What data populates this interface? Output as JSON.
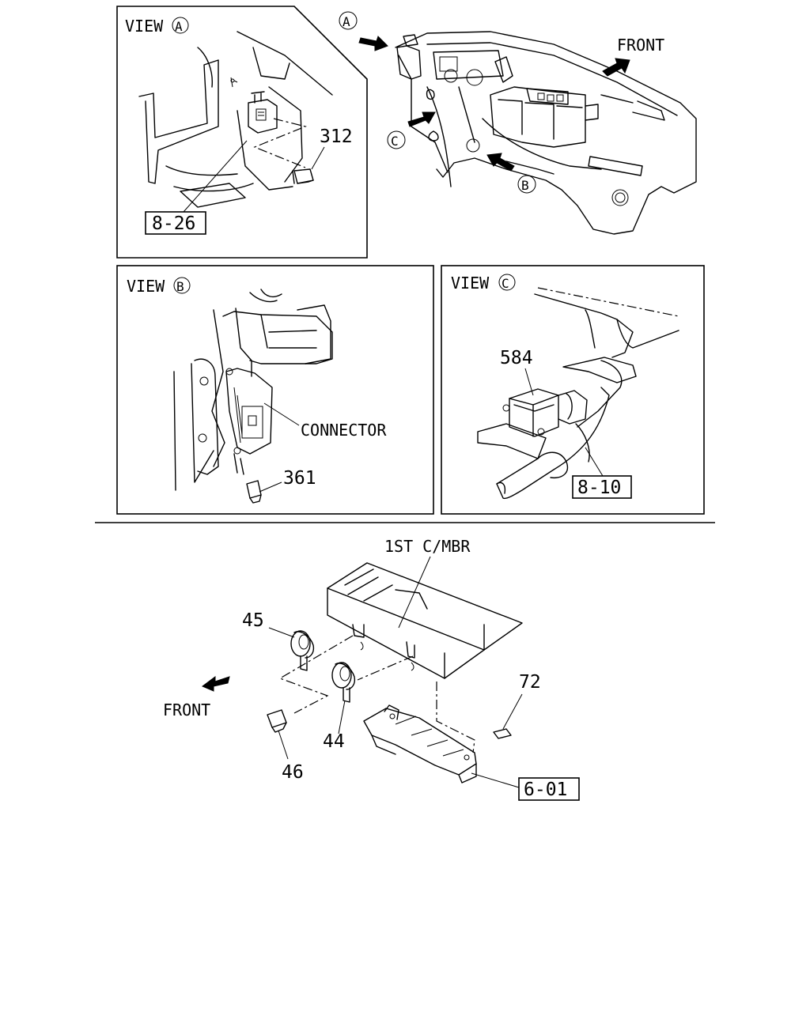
{
  "view_a": {
    "title": "VIEW",
    "title_letter": "A",
    "part_312": "312",
    "ref_box": "8-26"
  },
  "overview": {
    "marker_a": "A",
    "marker_b": "B",
    "marker_c": "C",
    "front_label": "FRONT"
  },
  "view_b": {
    "title": "VIEW",
    "title_letter": "B",
    "connector_label": "CONNECTOR",
    "part_361": "361"
  },
  "view_c": {
    "title": "VIEW",
    "title_letter": "C",
    "part_584": "584",
    "ref_box": "8-10"
  },
  "horn_section": {
    "member_label": "1ST C/MBR",
    "part_45": "45",
    "part_44": "44",
    "part_46": "46",
    "part_72": "72",
    "ref_box": "6-01",
    "front_label": "FRONT"
  }
}
